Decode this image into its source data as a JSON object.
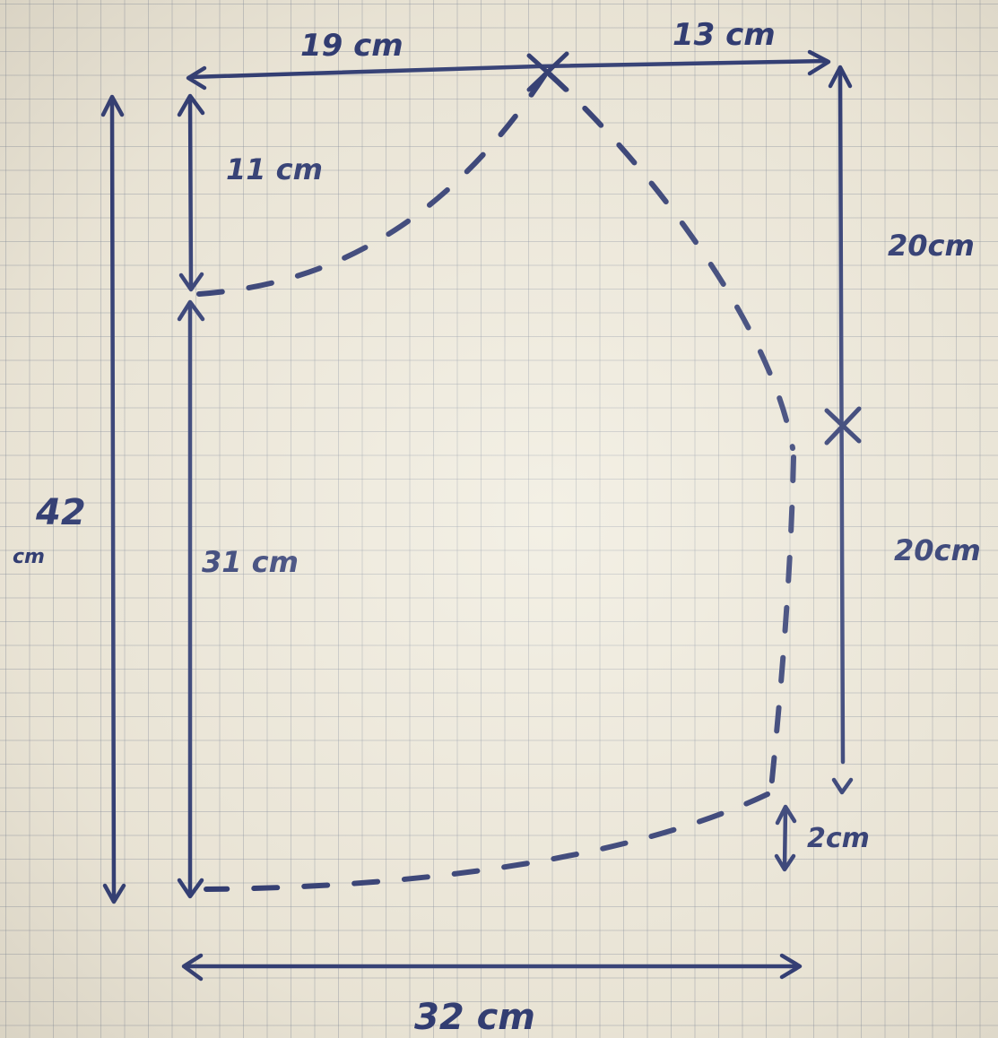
{
  "dimensions": {
    "top_left": "19 cm",
    "top_right": "13 cm",
    "left_upper": "11 cm",
    "left_lower": "31 cm",
    "overall_height_value": "42",
    "overall_height_unit": "cm",
    "right_upper": "20cm",
    "right_lower": "20cm",
    "bottom_offset": "2cm",
    "overall_width": "32 cm"
  },
  "colors": {
    "ink": "#1e2c6b",
    "paper": "#ede8da",
    "grid": "#7882a0"
  }
}
